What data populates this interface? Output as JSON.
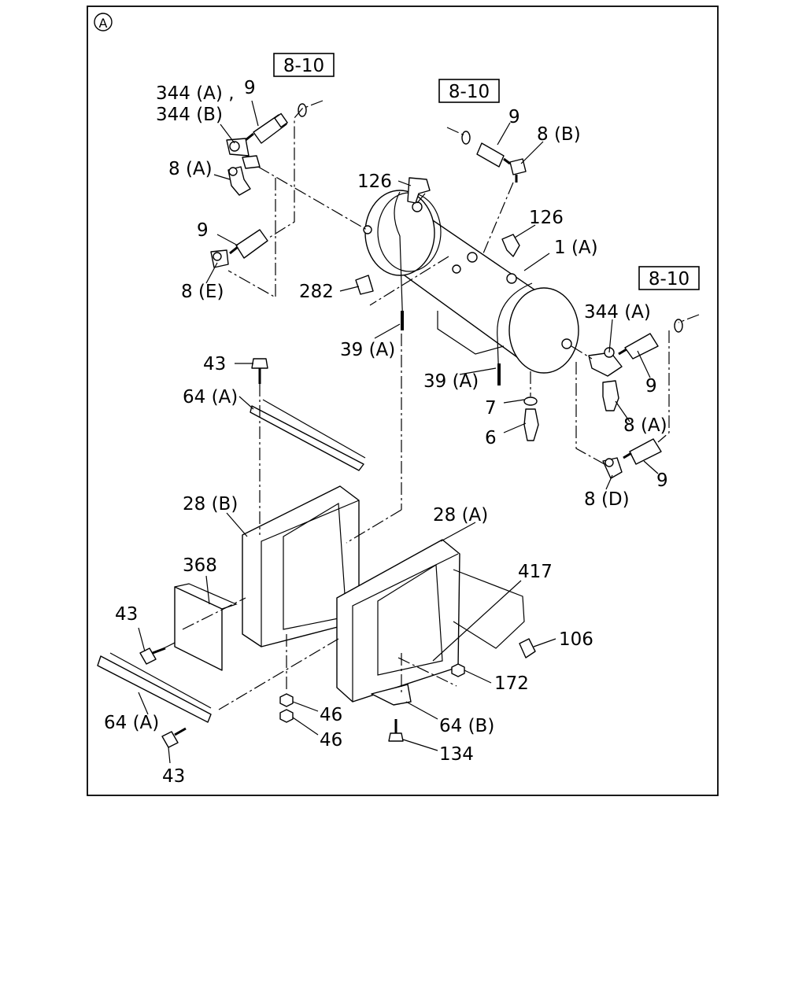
{
  "view_marker": "A",
  "ref_boxes": {
    "left": "8-10",
    "center": "8-10",
    "right": "8-10"
  },
  "labels": {
    "p344ab_top": "344 (A) ,",
    "p344b": "344 (B)",
    "p9_top_left": "9",
    "p8a_left": "8 (A)",
    "p9_mid_left": "9",
    "p8e": "8 (E)",
    "p126_top": "126",
    "p9_top_center": "9",
    "p8b": "8 (B)",
    "p126_right": "126",
    "p1a": "1 (A)",
    "p282": "282",
    "p39a_left": "39 (A)",
    "p39a_right": "39 (A)",
    "p344a_right": "344 (A)",
    "p9_right_top": "9",
    "p8a_right": "8 (A)",
    "p7": "7",
    "p6": "6",
    "p8d": "8 (D)",
    "p9_right_bottom": "9",
    "p43_top": "43",
    "p64a_top": "64 (A)",
    "p28b": "28 (B)",
    "p28a": "28 (A)",
    "p368": "368",
    "p417": "417",
    "p43_left": "43",
    "p106": "106",
    "p172": "172",
    "p64a_bottom": "64 (A)",
    "p46_a": "46",
    "p46_b": "46",
    "p64b": "64 (B)",
    "p134": "134",
    "p43_bottom": "43"
  }
}
